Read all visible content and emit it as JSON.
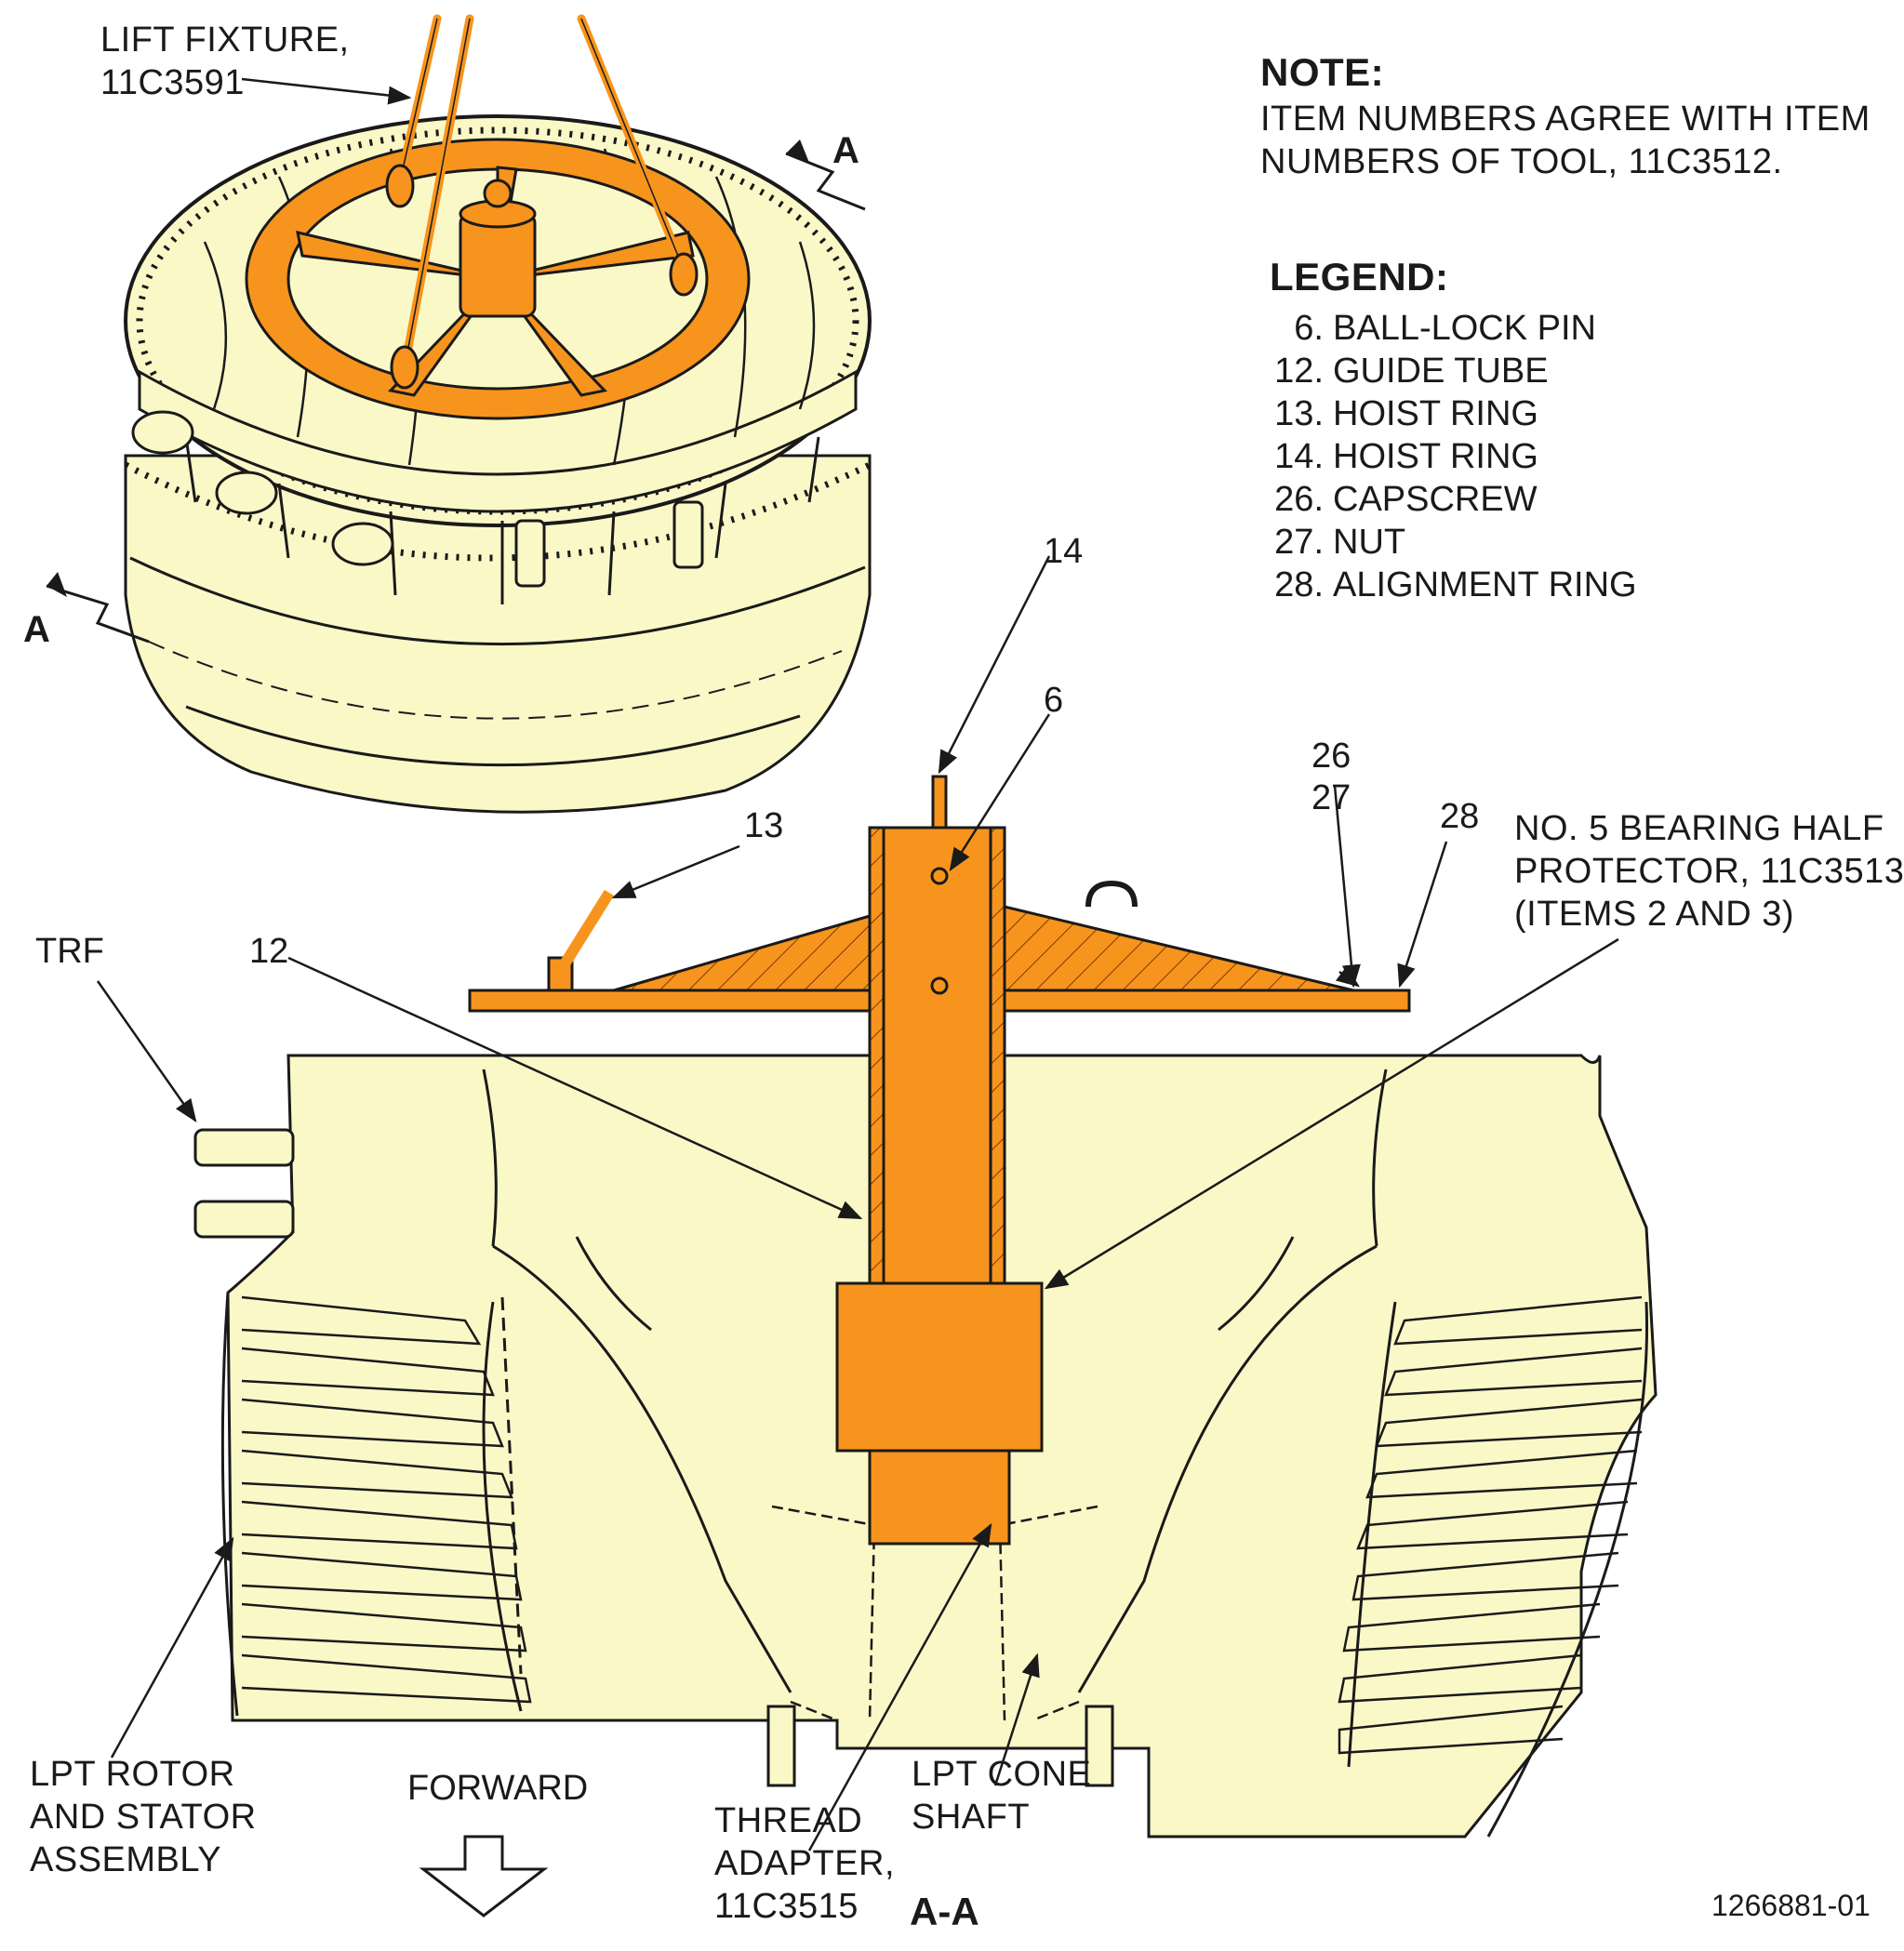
{
  "colors": {
    "fixture_orange": "#F7941D",
    "body_cream": "#FBF8C8",
    "line_dark": "#1a1a1a"
  },
  "note": {
    "heading": "NOTE:",
    "text": "ITEM NUMBERS AGREE WITH ITEM\nNUMBERS OF TOOL, 11C3512."
  },
  "legend": {
    "heading": "LEGEND:",
    "items": [
      {
        "num": "6.",
        "label": "BALL-LOCK PIN"
      },
      {
        "num": "12.",
        "label": "GUIDE TUBE"
      },
      {
        "num": "13.",
        "label": "HOIST RING"
      },
      {
        "num": "14.",
        "label": "HOIST RING"
      },
      {
        "num": "26.",
        "label": "CAPSCREW"
      },
      {
        "num": "27.",
        "label": "NUT"
      },
      {
        "num": "28.",
        "label": "ALIGNMENT RING"
      }
    ]
  },
  "callouts": {
    "lift_fixture": "LIFT FIXTURE,\n11C3591",
    "section_a_top": "A",
    "section_a_left": "A",
    "item_14": "14",
    "item_6": "6",
    "item_13": "13",
    "item_12": "12",
    "item_26": "26",
    "item_27": "27",
    "item_28": "28",
    "trf": "TRF",
    "bearing_protector": "NO. 5 BEARING HALF\nPROTECTOR, 11C3513\n(ITEMS 2 AND 3)",
    "lpt_rotor": "LPT ROTOR\nAND STATOR\nASSEMBLY",
    "forward": "FORWARD",
    "thread_adapter": "THREAD\nADAPTER,\n11C3515",
    "section_label": "A-A",
    "lpt_cone_shaft": "LPT CONE\nSHAFT",
    "figure_id": "1266881-01"
  }
}
